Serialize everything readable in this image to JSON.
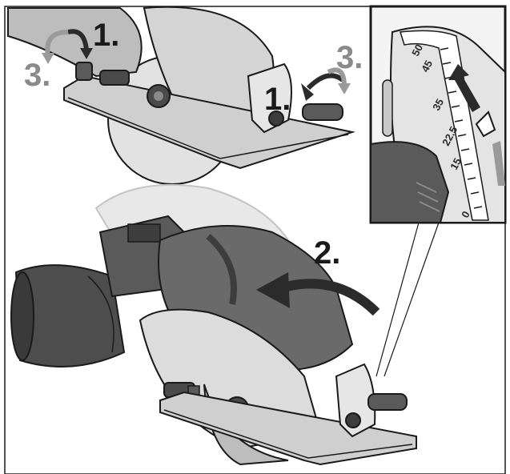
{
  "steps": {
    "top_left_1": "1.",
    "top_left_3": "3.",
    "top_right_1": "1.",
    "top_right_3": "3.",
    "bottom_2": "2."
  },
  "bevel_scale": {
    "labels": [
      "50",
      "45",
      "35",
      "22.5",
      "15",
      "0"
    ]
  },
  "colors": {
    "outline": "#1a1a1a",
    "tool_body": "#d9d9d9",
    "tool_dark": "#5a5a5a",
    "tool_darker": "#3d3d3d",
    "ghost": "#e8e8e8",
    "step_grey": "#8a8a8a",
    "arrow_dark": "#2b2b2b",
    "arrow_grey": "#9a9a9a"
  }
}
